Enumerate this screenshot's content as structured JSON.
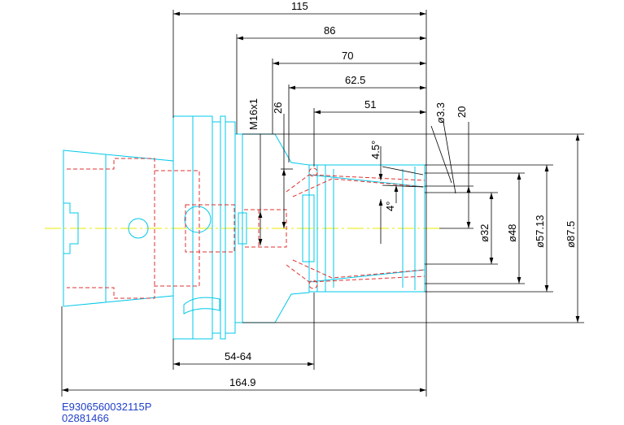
{
  "colors": {
    "outline": "#00c8e8",
    "hidden": "#e03030",
    "dimension": "#000000",
    "centerline": "#e8e800",
    "codes": "#2040c8"
  },
  "dimensions": {
    "len_115": "115",
    "len_86": "86",
    "len_70": "70",
    "len_62_5": "62.5",
    "len_51": "51",
    "len_26": "26",
    "thread": "M16x1",
    "dia_3_3": "ø3.3",
    "len_20": "20",
    "angle_4_5": "4.5°",
    "angle_4": "4°",
    "dia_32": "ø32",
    "dia_48": "ø48",
    "dia_57_13": "ø57.13",
    "dia_87_5": "ø87.5",
    "range_54_64": "54-64",
    "len_164_9": "164.9"
  },
  "codes": {
    "line1": "E9306560032115P",
    "line2": "02881466"
  }
}
